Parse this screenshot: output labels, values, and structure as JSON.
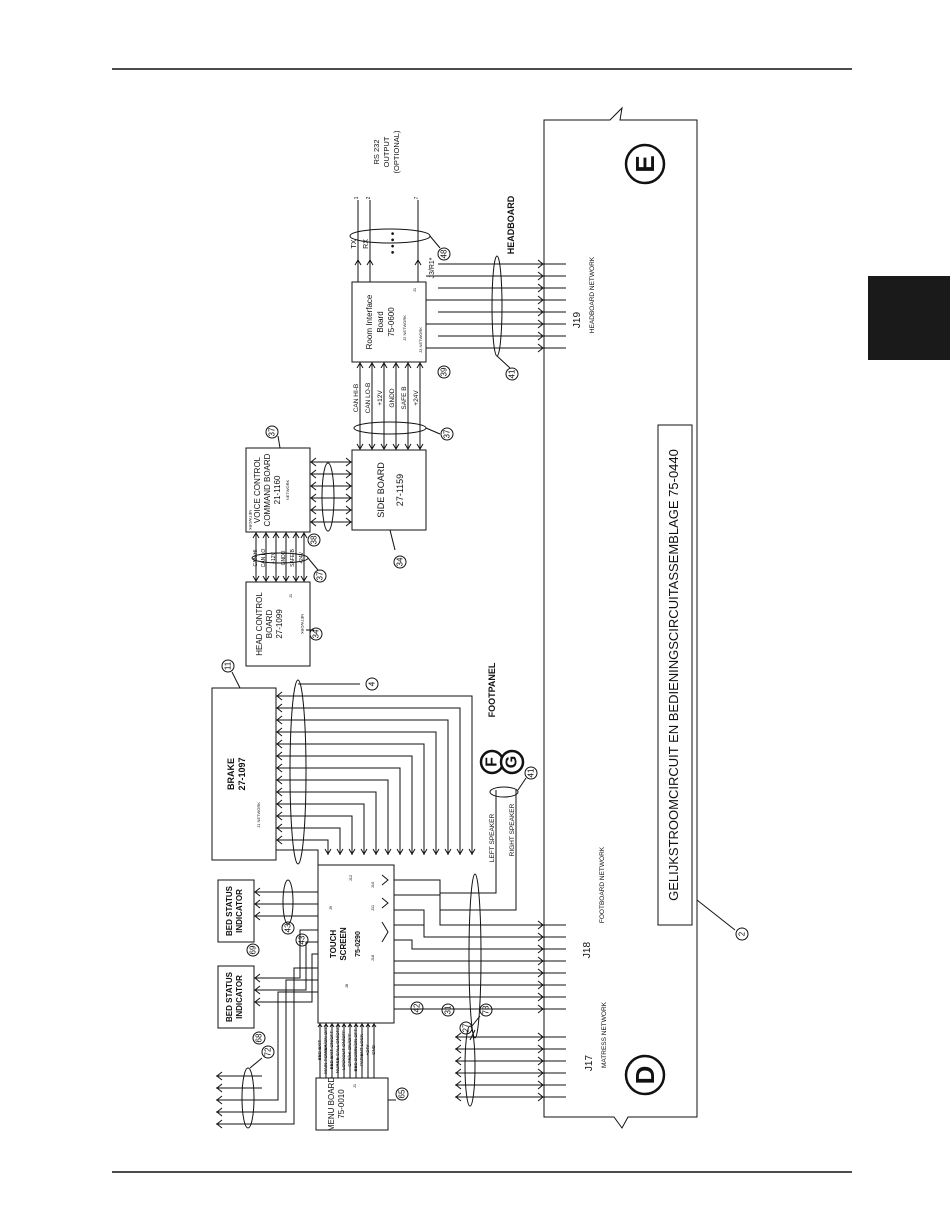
{
  "colors": {
    "ink": "#111111",
    "paper": "#ffffff",
    "tab": "#1a1a1a"
  },
  "main_label": "GELIJKSTROOMCIRCUIT EN BEDIENINGSCIRCUITASSEMBLAGE 75-0440",
  "main_callout": "2",
  "sections": {
    "D": "D",
    "E": "E",
    "F": "F",
    "G": "G"
  },
  "region_labels": {
    "headboard": "HEADBOARD",
    "footpanel": "FOOTPANEL"
  },
  "connectors": {
    "j17": "J17",
    "j17_net": "MATRESS NETWORK",
    "j18": "J18",
    "j18_net": "FOOTBOARD NETWORK",
    "j19": "J19",
    "j19_net": "HEADBOARD NETWORK"
  },
  "boards": {
    "room_interface": {
      "line1": "Room Interface",
      "line2": "Board",
      "line3": "75-0600",
      "net": "J2 NETWORK",
      "j1": "J1",
      "j3": "J3 NETWORK",
      "j3r1": "J3/R1*"
    },
    "side_board": {
      "line1": "SIDE BOARD",
      "line2": "27-1159"
    },
    "voice_control": {
      "line1": "VOICE CONTROL",
      "line2": "COMMAND BOARD",
      "line3": "21-1160",
      "net1": "NETWORK",
      "net2": "NETWORK"
    },
    "head_control": {
      "line1": "HEAD CONTROL",
      "line2": "BOARD",
      "line3": "27-1099",
      "j1": "J1",
      "net": "NETWORK"
    },
    "brake": {
      "line1": "BRAKE",
      "line2": "27-1097",
      "net": "J1 NETWORK"
    },
    "touch_screen": {
      "line1": "TOUCH",
      "line2": "SCREEN",
      "line3": "75-0290",
      "j9": "J9",
      "j12": "J12",
      "j10": "J10",
      "j11": "J11",
      "j18": "J18",
      "j8": "J8"
    },
    "bed_status_1": {
      "line1": "BED STATUS",
      "line2": "INDICATOR"
    },
    "bed_status_2": {
      "line1": "BED STATUS",
      "line2": "INDICATOR"
    },
    "menu_board": {
      "line1": "MENU BOARD",
      "line2": "75-0010",
      "j1": "J1"
    }
  },
  "signals": {
    "rs232_line1": "RS 232",
    "rs232_line2": "OUTPUT",
    "rs232_line3": "(OPTIONAL)",
    "tx": "TX",
    "rx": "RX",
    "pin1": "1",
    "pin2": "2",
    "pin7": "7",
    "side_signals": [
      "CAN HI-B",
      "CAN LO-B",
      "+12V",
      "GNDD",
      "SAFE B",
      "+24V"
    ],
    "head_signals": [
      "CAN HI",
      "CAN LO",
      "+12V",
      "GNDD",
      "SAFE B",
      "+24V"
    ],
    "left_speaker": "LEFT SPEAKER",
    "right_speaker": "RIGHT SPEAKER",
    "menu_signals": [
      "BED EXIT",
      "MAIN POWER/ON OFF",
      "BED EXIT ON/OFF",
      "NURSE CALL ON/OFF",
      "LOCKOUT ON/OFF",
      "CPR/HI ON/OFF",
      "BED DOWN/ON OFF",
      "PATIENT LOCK",
      "+24V",
      "GND"
    ]
  },
  "callouts": [
    "48",
    "39",
    "41",
    "37",
    "38",
    "37",
    "37",
    "34",
    "34",
    "11",
    "4",
    "41",
    "68",
    "69",
    "43",
    "43",
    "72",
    "31",
    "27",
    "42",
    "73",
    "65",
    "2"
  ]
}
